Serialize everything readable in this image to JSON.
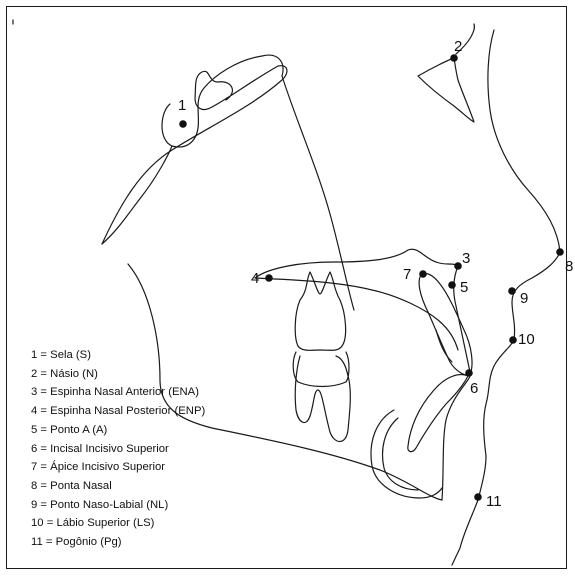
{
  "colors": {
    "stroke": "#1a1a1a",
    "point": "#111111",
    "background": "#ffffff"
  },
  "landmarks": [
    {
      "id": "1",
      "name": "Sela (S)"
    },
    {
      "id": "2",
      "name": "Násio (N)"
    },
    {
      "id": "3",
      "name": "Espinha Nasal Anterior (ENA)"
    },
    {
      "id": "4",
      "name": "Espinha Nasal Posterior (ENP)"
    },
    {
      "id": "5",
      "name": "Ponto A (A)"
    },
    {
      "id": "6",
      "name": "Incisal Incisivo Superior"
    },
    {
      "id": "7",
      "name": "Ápice Incisivo Superior"
    },
    {
      "id": "8",
      "name": "Ponta Nasal"
    },
    {
      "id": "9",
      "name": "Ponto Naso-Labial (NL)"
    },
    {
      "id": "10",
      "name": "Lábio Superior (LS)"
    },
    {
      "id": "11",
      "name": "Pogônio (Pg)"
    }
  ],
  "legend": [
    "1 = Sela (S)",
    "2 = Násio (N)",
    "3 = Espinha Nasal Anterior (ENA)",
    "4 = Espinha Nasal Posterior (ENP)",
    "5 = Ponto A (A)",
    "6 = Incisal Incisivo Superior",
    "7 = Ápice Incisivo Superior",
    "8 = Ponta Nasal",
    "9 = Ponto Naso-Labial (NL)",
    "10 = Lábio Superior (LS)",
    "11 = Pogônio (Pg)"
  ]
}
